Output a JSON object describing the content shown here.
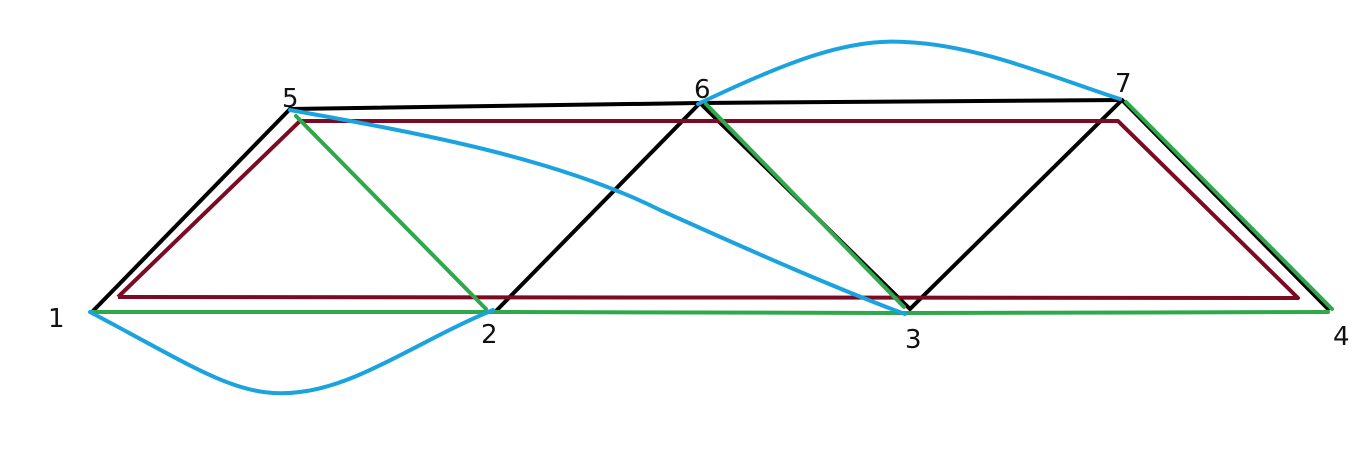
{
  "nodes": [
    {
      "id": "1",
      "label": "1"
    },
    {
      "id": "2",
      "label": "2"
    },
    {
      "id": "3",
      "label": "3"
    },
    {
      "id": "4",
      "label": "4"
    },
    {
      "id": "5",
      "label": "5"
    },
    {
      "id": "6",
      "label": "6"
    },
    {
      "id": "7",
      "label": "7"
    }
  ],
  "colors": {
    "black": "#000000",
    "maroon": "#7b0a22",
    "green": "#2ea84a",
    "blue": "#1ba3e0"
  }
}
